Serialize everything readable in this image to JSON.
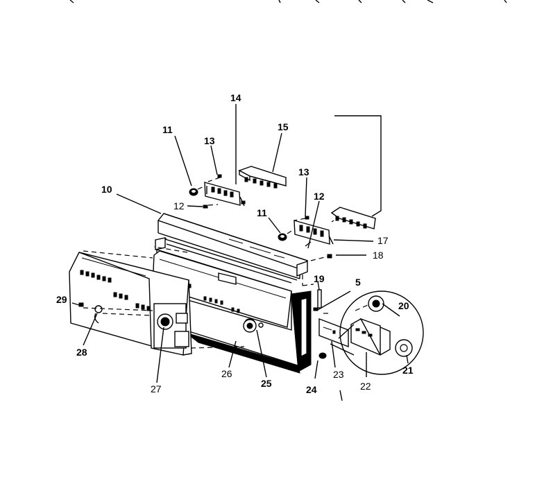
{
  "diagram": {
    "callouts": [
      {
        "id": "c14",
        "text": "14"
      },
      {
        "id": "c11a",
        "text": "11"
      },
      {
        "id": "c13a",
        "text": "13"
      },
      {
        "id": "c15",
        "text": "15"
      },
      {
        "id": "c10",
        "text": "10"
      },
      {
        "id": "c12a",
        "text": "12"
      },
      {
        "id": "c13b",
        "text": "13"
      },
      {
        "id": "c12b",
        "text": "12"
      },
      {
        "id": "c11b",
        "text": "11"
      },
      {
        "id": "c17",
        "text": "17"
      },
      {
        "id": "c18",
        "text": "18"
      },
      {
        "id": "c19",
        "text": "19"
      },
      {
        "id": "c5",
        "text": "5"
      },
      {
        "id": "c20",
        "text": "20"
      },
      {
        "id": "c29",
        "text": "29"
      },
      {
        "id": "c28",
        "text": "28"
      },
      {
        "id": "c27",
        "text": "27"
      },
      {
        "id": "c26",
        "text": "26"
      },
      {
        "id": "c25",
        "text": "25"
      },
      {
        "id": "c24",
        "text": "24"
      },
      {
        "id": "c23",
        "text": "23"
      },
      {
        "id": "c22",
        "text": "22"
      },
      {
        "id": "c21",
        "text": "21"
      }
    ]
  }
}
